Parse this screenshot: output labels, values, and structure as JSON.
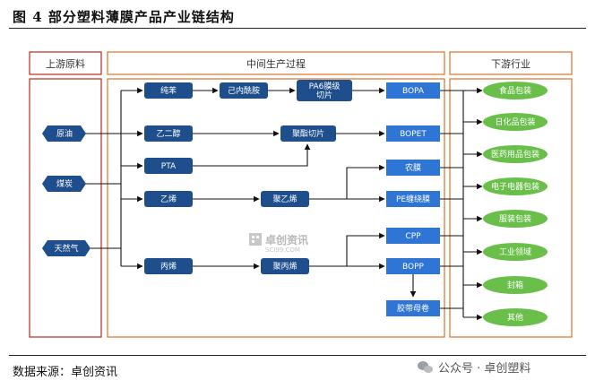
{
  "figure_title": "图 4 部分塑料薄膜产品产业链结构",
  "source_text": "数据来源：卓创资讯",
  "wechat_text": "公众号 · 卓创塑料",
  "watermark": {
    "name": "卓创资讯",
    "site": "SCI99.COM"
  },
  "sections": {
    "upstream": "上游原料",
    "midstream": "中间生产过程",
    "downstream": "下游行业"
  },
  "raw_materials": [
    "原油",
    "煤炭",
    "天然气"
  ],
  "intermediates": {
    "benzene": "纯苯",
    "caprolactam": "己内酰胺",
    "pa6_chips": "PA6膜级切片",
    "meg": "乙二醇",
    "pta": "PTA",
    "pet_chips": "聚酯切片",
    "ethylene": "乙烯",
    "pe": "聚乙烯",
    "propylene": "丙烯",
    "pp": "聚丙烯"
  },
  "films": {
    "bopa": "BOPA",
    "bopet": "BOPET",
    "agri_film": "农膜",
    "pe_stretch": "PE缠绕膜",
    "cpp": "CPP",
    "bopp": "BOPP",
    "tape_master": "胶带母卷"
  },
  "industries": [
    "食品包装",
    "日化品包装",
    "医药用品包装",
    "电子电器包装",
    "服装包装",
    "工业领域",
    "封箱",
    "其他"
  ],
  "colors": {
    "frame": "#e07b39",
    "upstream_frame": "#c0392b",
    "node_dark": "#1f4e8c",
    "node_blue": "#2e75d6",
    "ellipse": "#6abf4b",
    "arrow": "#111111"
  }
}
